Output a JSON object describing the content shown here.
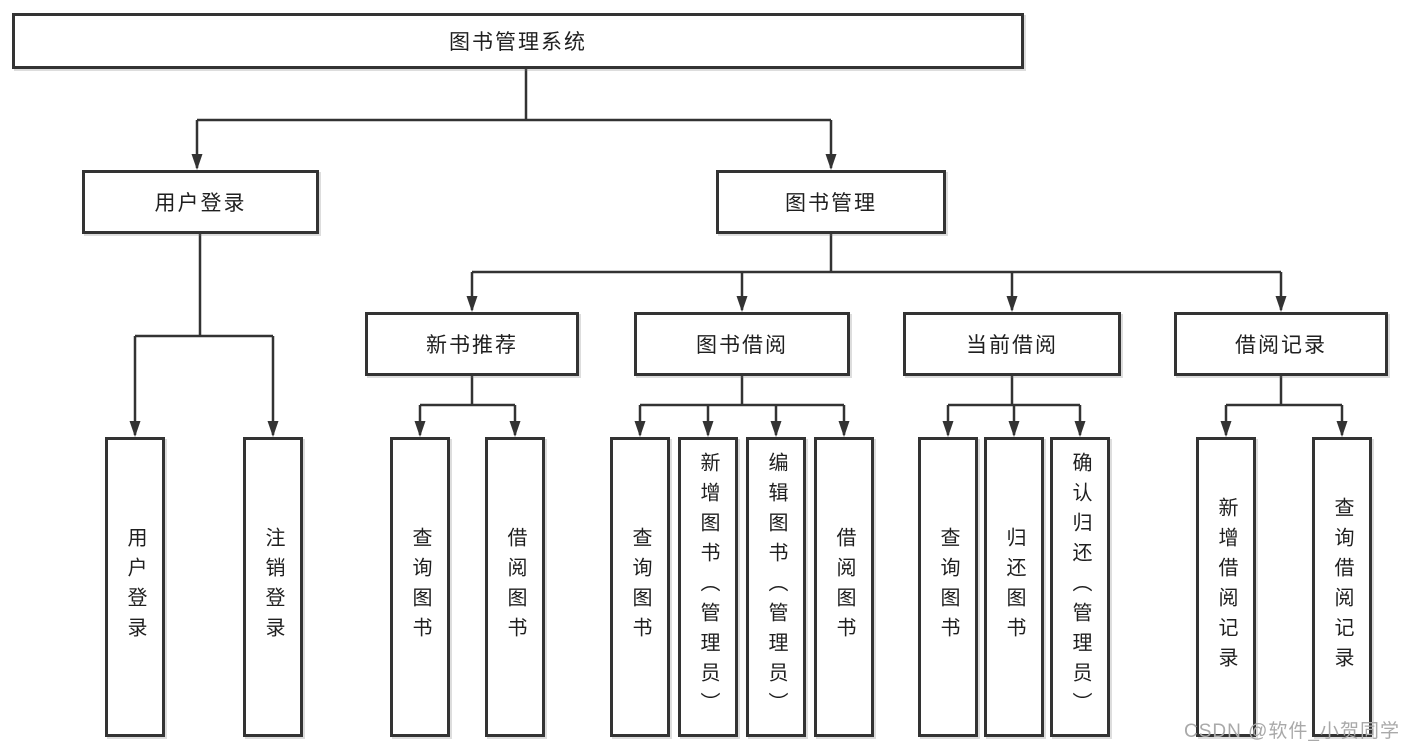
{
  "tree": {
    "root": {
      "label": "图书管理系统",
      "children": [
        {
          "label": "用户登录",
          "children": [
            {
              "label": "用户登录"
            },
            {
              "label": "注销登录"
            }
          ]
        },
        {
          "label": "图书管理",
          "children": [
            {
              "label": "新书推荐",
              "children": [
                {
                  "label": "查询图书"
                },
                {
                  "label": "借阅图书"
                }
              ]
            },
            {
              "label": "图书借阅",
              "children": [
                {
                  "label": "查询图书"
                },
                {
                  "label": "新增图书（管理员）"
                },
                {
                  "label": "编辑图书（管理员）"
                },
                {
                  "label": "借阅图书"
                }
              ]
            },
            {
              "label": "当前借阅",
              "children": [
                {
                  "label": "查询图书"
                },
                {
                  "label": "归还图书"
                },
                {
                  "label": "确认归还（管理员）"
                }
              ]
            },
            {
              "label": "借阅记录",
              "children": [
                {
                  "label": "新增借阅记录"
                },
                {
                  "label": "查询借阅记录"
                }
              ]
            }
          ]
        }
      ]
    }
  },
  "watermark": {
    "text": "CSDN @软件_小贺同学"
  },
  "colors": {
    "line": "#333333",
    "box_border": "#333333",
    "text": "#1f1f1f",
    "watermark": "#a9a9a9",
    "background": "#ffffff"
  }
}
